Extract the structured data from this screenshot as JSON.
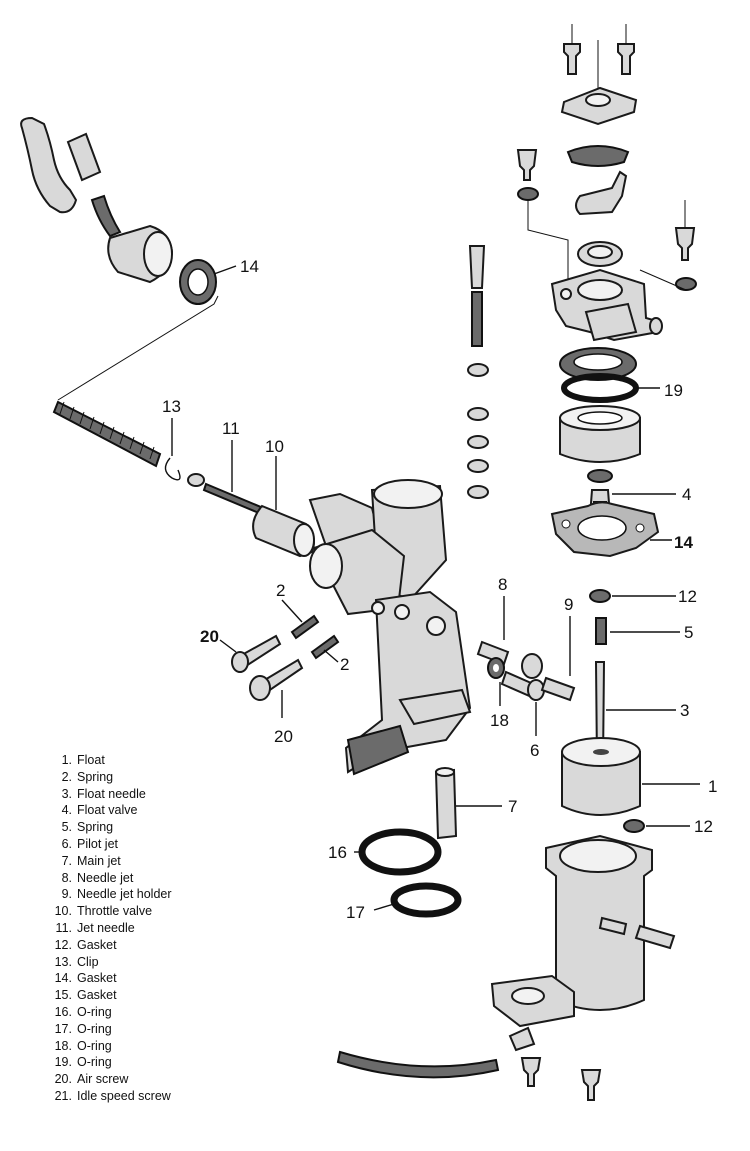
{
  "callouts": {
    "c14_top": "14",
    "c13": "13",
    "c11": "11",
    "c10": "10",
    "c19": "19",
    "c4": "4",
    "c14_gasket": "14",
    "c12_top": "12",
    "c5": "5",
    "c9": "9",
    "c8": "8",
    "c2_top": "2",
    "c2_bottom": "2",
    "c20_left": "20",
    "c20_bottom": "20",
    "c18": "18",
    "c6": "6",
    "c3": "3",
    "c1": "1",
    "c7": "7",
    "c12_bottom": "12",
    "c16": "16",
    "c17": "17"
  },
  "legend": [
    {
      "num": "1.",
      "label": "Float"
    },
    {
      "num": "2.",
      "label": "Spring"
    },
    {
      "num": "3.",
      "label": "Float needle"
    },
    {
      "num": "4.",
      "label": "Float valve"
    },
    {
      "num": "5.",
      "label": "Spring"
    },
    {
      "num": "6.",
      "label": "Pilot jet"
    },
    {
      "num": "7.",
      "label": "Main jet"
    },
    {
      "num": "8.",
      "label": "Needle jet"
    },
    {
      "num": "9.",
      "label": "Needle jet holder"
    },
    {
      "num": "10.",
      "label": "Throttle valve"
    },
    {
      "num": "11.",
      "label": "Jet needle"
    },
    {
      "num": "12.",
      "label": "Gasket"
    },
    {
      "num": "13.",
      "label": "Clip"
    },
    {
      "num": "14.",
      "label": "Gasket"
    },
    {
      "num": "15.",
      "label": "Gasket"
    },
    {
      "num": "16.",
      "label": "O-ring"
    },
    {
      "num": "17.",
      "label": "O-ring"
    },
    {
      "num": "18.",
      "label": "O-ring"
    },
    {
      "num": "19.",
      "label": "O-ring"
    },
    {
      "num": "20.",
      "label": "Air screw"
    },
    {
      "num": "21.",
      "label": "Idle speed screw"
    }
  ]
}
